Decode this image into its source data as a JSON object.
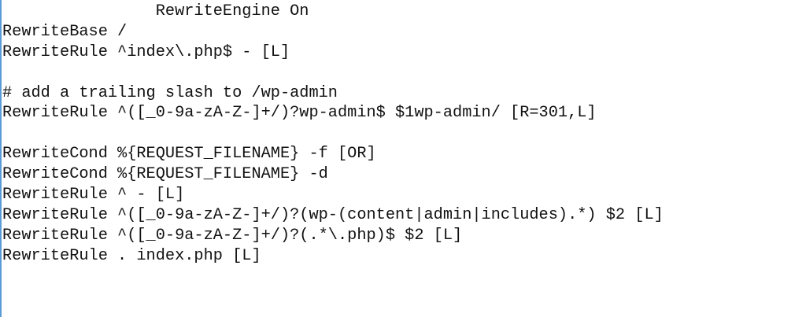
{
  "editor": {
    "lines": [
      "                RewriteEngine On",
      "RewriteBase /",
      "RewriteRule ^index\\.php$ - [L]",
      "",
      "# add a trailing slash to /wp-admin",
      "RewriteRule ^([_0-9a-zA-Z-]+/)?wp-admin$ $1wp-admin/ [R=301,L]",
      "",
      "RewriteCond %{REQUEST_FILENAME} -f [OR]",
      "RewriteCond %{REQUEST_FILENAME} -d",
      "RewriteRule ^ - [L]",
      "RewriteRule ^([_0-9a-zA-Z-]+/)?(wp-(content|admin|includes).*) $2 [L]",
      "RewriteRule ^([_0-9a-zA-Z-]+/)?(.*\\.php)$ $2 [L]",
      "RewriteRule . index.php [L]"
    ]
  }
}
